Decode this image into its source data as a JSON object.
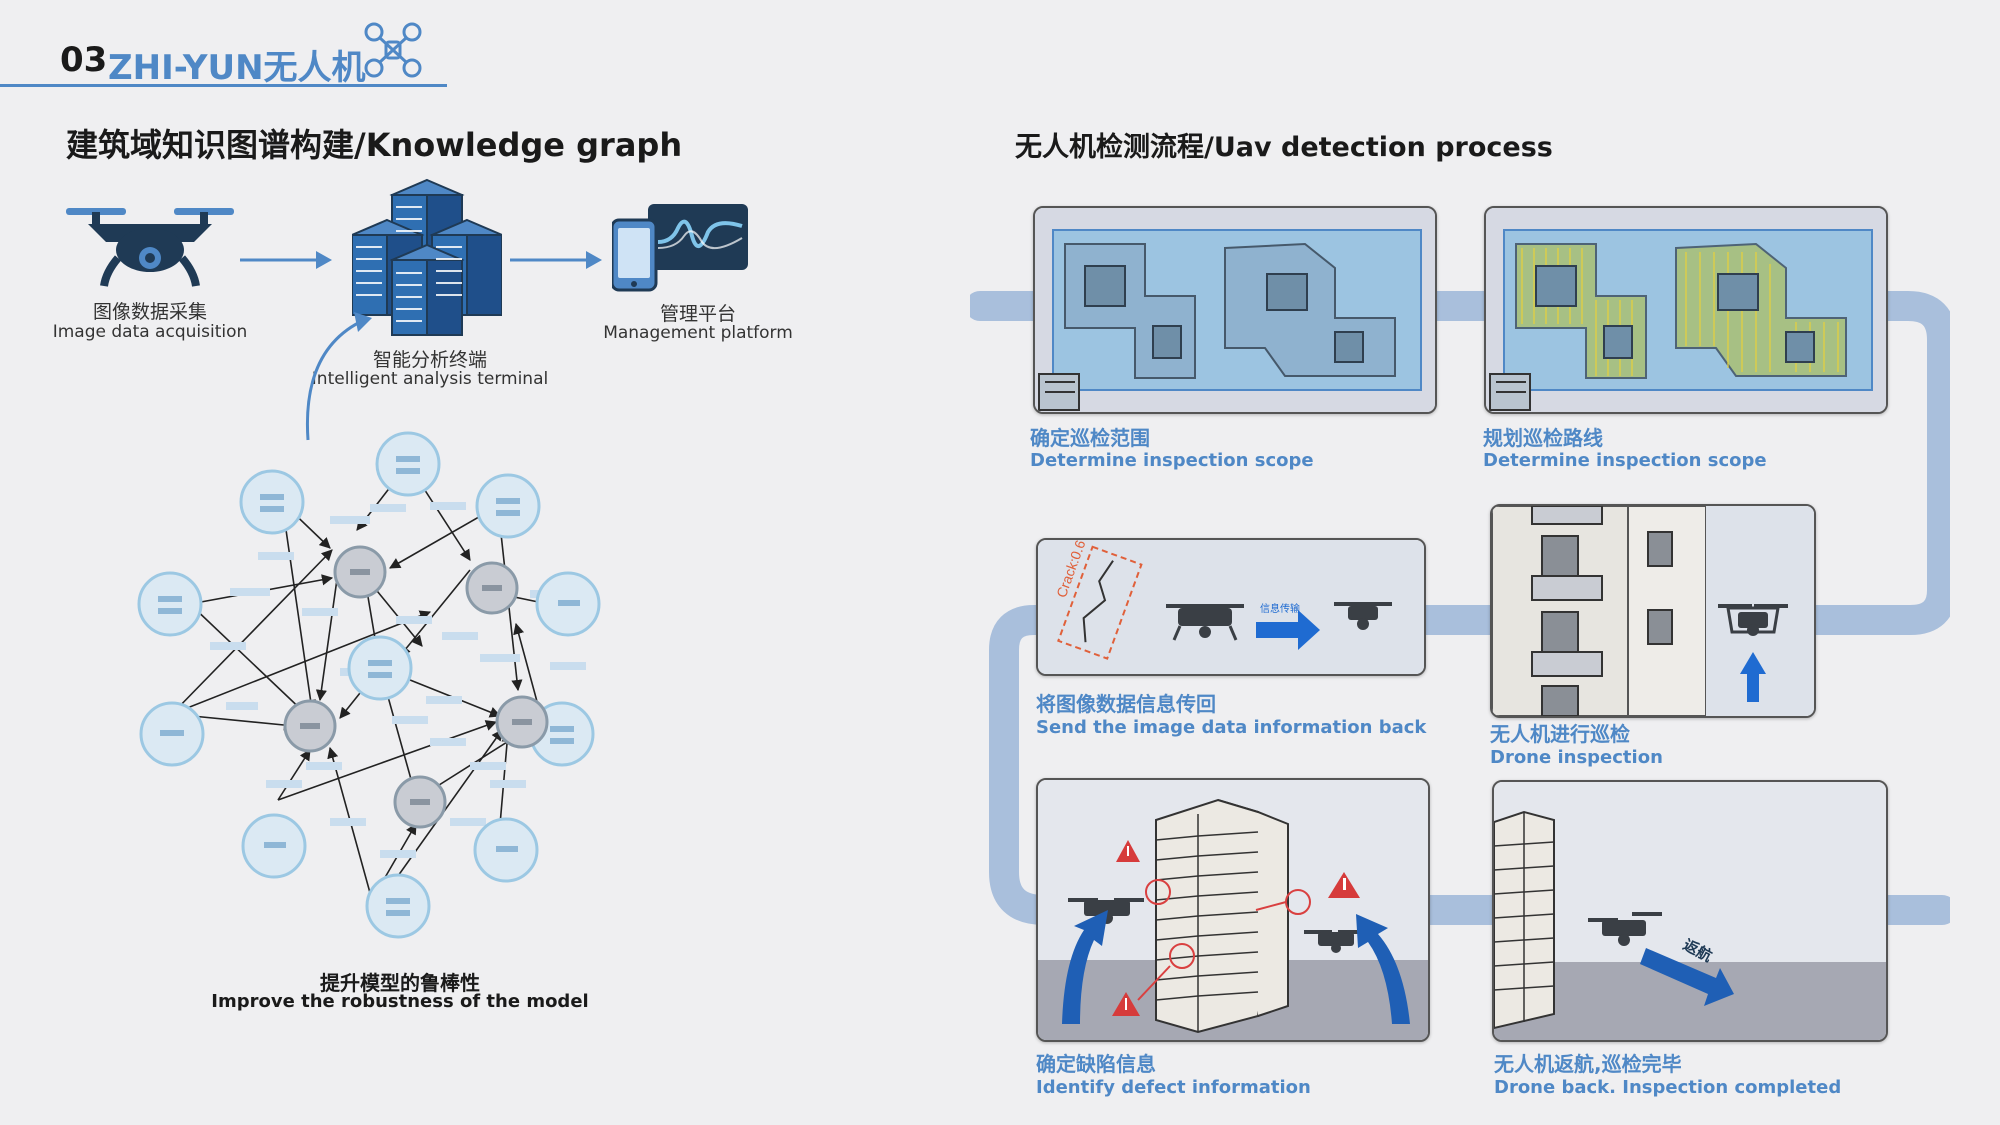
{
  "header": {
    "number": "03",
    "brand": "ZHI-YUN无人机"
  },
  "left": {
    "title": "建筑域知识图谱构建/Knowledge graph",
    "acquisition": {
      "zh": "图像数据采集",
      "en": "Image data acquisition"
    },
    "terminal": {
      "zh": "智能分析终端",
      "en": "Intelligent analysis terminal"
    },
    "platform": {
      "zh": "管理平台",
      "en": "Management platform"
    },
    "robust": {
      "zh": "提升模型的鲁棒性",
      "en": "Improve the robustness of the model"
    }
  },
  "right": {
    "title": "无人机检测流程/Uav detection process",
    "steps": [
      {
        "zh": "确定巡检范围",
        "en": "Determine inspection scope"
      },
      {
        "zh": "规划巡检路线",
        "en": "Determine inspection scope"
      },
      {
        "zh": "将图像数据信息传回",
        "en": "Send the image data information back"
      },
      {
        "zh": "无人机进行巡检",
        "en": "Drone inspection"
      },
      {
        "zh": "确定缺陷信息",
        "en": "Identify defect information"
      },
      {
        "zh": "无人机返航,巡检完毕",
        "en": "Drone back. Inspection completed"
      }
    ],
    "crack_label": "Crack:0.6",
    "send_label": "信息传输",
    "return_label": "返航"
  },
  "colors": {
    "accent": "#4f88c6",
    "track": "#a9bfdc",
    "node_fill": "#dbe9f3",
    "node_stroke": "#9cc8e3",
    "hub_fill": "#c9ccd3"
  }
}
